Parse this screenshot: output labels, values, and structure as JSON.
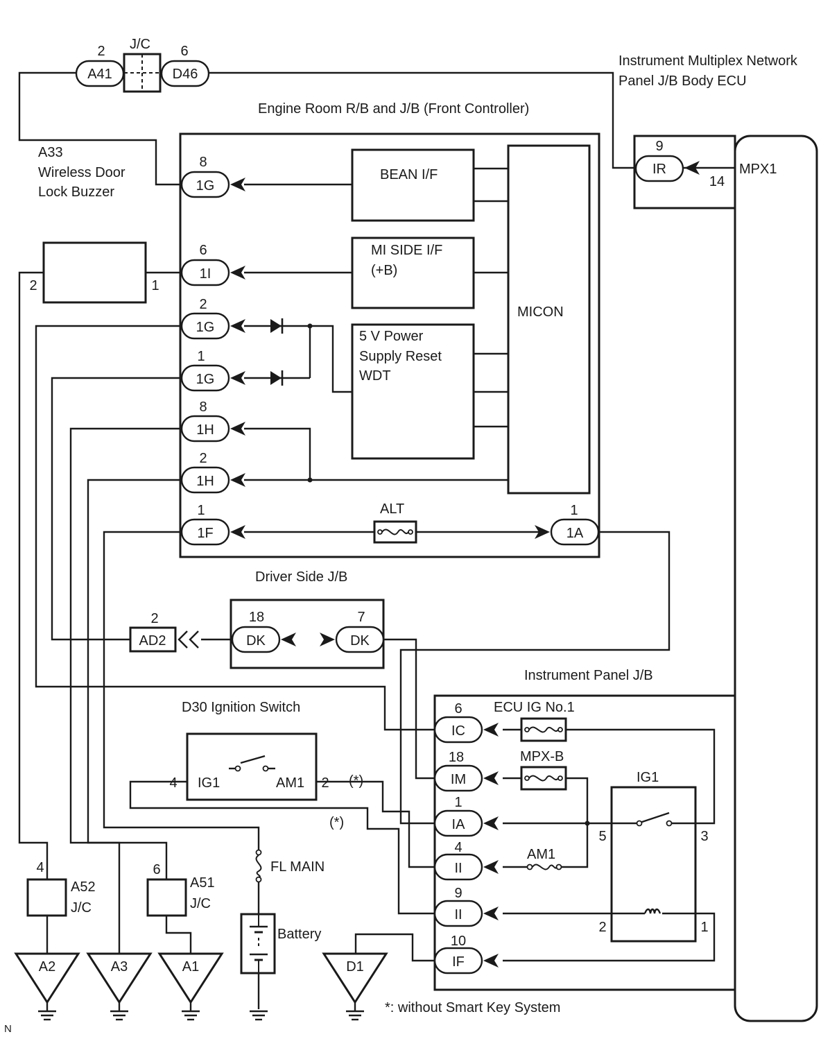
{
  "labels": {
    "jc_top": "J/C",
    "inst_ecu_1": "Instrument Multiplex Network",
    "inst_ecu_2": "Panel J/B Body ECU",
    "engine_room": "Engine Room R/B and J/B (Front Controller)",
    "a33_1": "A33",
    "a33_2": "Wireless Door",
    "a33_3": "Lock Buzzer",
    "bean": "BEAN I/F",
    "mi_side_1": "MI SIDE I/F",
    "mi_side_2": "(+B)",
    "micon": "MICON",
    "psu_1": "5 V Power",
    "psu_2": "Supply Reset",
    "psu_3": "WDT",
    "mpx1": "MPX1",
    "alt": "ALT",
    "driver_jb": "Driver Side J/B",
    "ip_jb": "Instrument Panel J/B",
    "ign_switch": "D30  Ignition Switch",
    "ecu_ig": "ECU IG No.1",
    "mpx_b": "MPX-B",
    "ig1_relay": "IG1",
    "am1_fuse": "AM1",
    "fl_main": "FL MAIN",
    "battery": "Battery",
    "sw_ig1": "IG1",
    "sw_am1": "AM1",
    "star1": "(*)",
    "star2": "(*)",
    "footnote": "*: without Smart Key System",
    "corner": "N",
    "a52": "A52",
    "a52_jc": "J/C",
    "a51": "A51",
    "a51_jc": "J/C"
  },
  "connectors": {
    "a41": "A41",
    "d46": "D46",
    "ir": "IR",
    "g1_top": "1G",
    "i1": "1I",
    "g1_a": "1G",
    "g1_b": "1G",
    "h1_a": "1H",
    "h1_b": "1H",
    "f1": "1F",
    "a1c": "1A",
    "ad2": "AD2",
    "dk18": "DK",
    "dk7": "DK",
    "ic": "IC",
    "im": "IM",
    "ia": "IA",
    "ii4": "II",
    "ii9": "II",
    "if": "IF"
  },
  "pins": {
    "a41": "2",
    "d46": "6",
    "ir": "9",
    "ir_in": "14",
    "g1_top": "8",
    "i1": "6",
    "g1_a": "2",
    "g1_b": "1",
    "h1_a": "8",
    "h1_b": "2",
    "f1": "1",
    "a1c": "1",
    "box_left": "2",
    "box_right": "1",
    "ad2": "2",
    "dk18": "18",
    "dk7": "7",
    "ic": "6",
    "im": "18",
    "ia": "1",
    "ii4": "4",
    "ii9": "9",
    "if": "10",
    "sw_left": "4",
    "sw_right": "2",
    "relay_5": "5",
    "relay_3": "3",
    "relay_2": "2",
    "relay_1": "1",
    "a52": "4",
    "a51": "6"
  },
  "grounds": {
    "a2": "A2",
    "a3": "A3",
    "a1": "A1",
    "d1": "D1"
  }
}
